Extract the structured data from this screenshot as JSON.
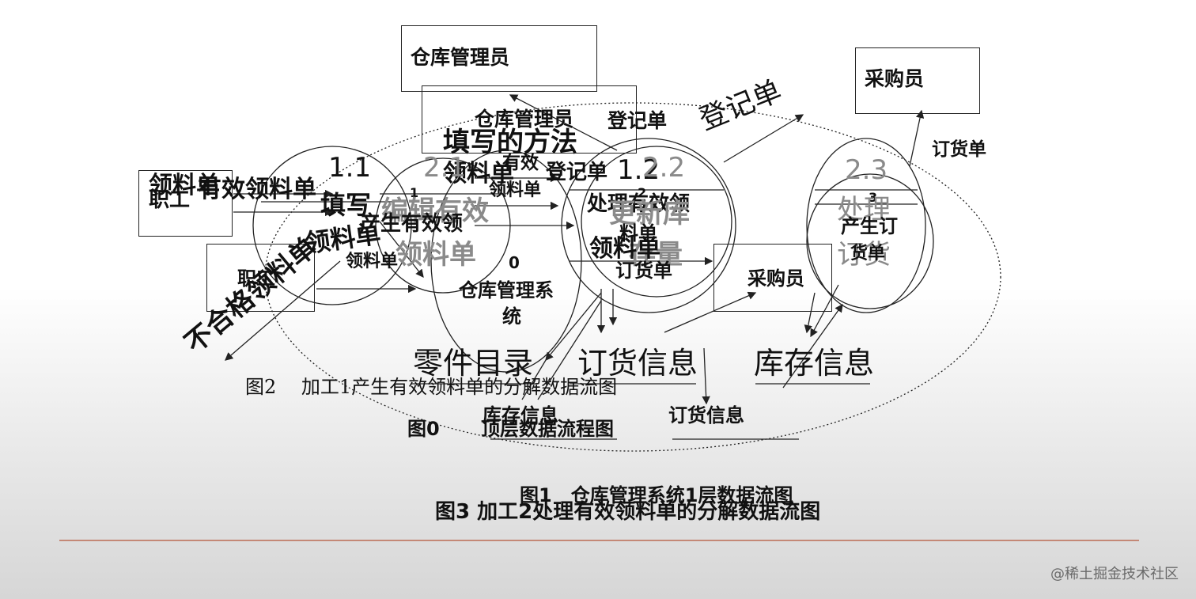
{
  "labels": {
    "top_warehouse_clerk": "仓库管理员",
    "buyer_top": "采购员",
    "order_form_top": "订货单",
    "register_big": "登记单",
    "clerk_inner": "仓库管理员",
    "register_inner": "登记单",
    "fill_method": "填写的方法",
    "valid": "有效",
    "material_list_a": "领料单",
    "register_b": "登记单",
    "material_list_b": "领料单",
    "num_1_1": "1.1",
    "num_2_1": "2.1",
    "num_1_2": "1.2",
    "num_2_2": "2.2",
    "num_2_3": "2.3",
    "num_1": "1",
    "num_2": "2",
    "num_3": "3",
    "num_0": "0",
    "worker_a": "职工",
    "worker_b": "职工",
    "material_list_left": "领料单",
    "valid_material_left": "有效领料单",
    "fill": "填写",
    "edit_valid": "编辑有效",
    "gen_valid": "产生有效领",
    "material_list_c": "领料单",
    "material_list_gray": "领料单",
    "material_list_d": "领料单",
    "unqualified": "不合格领料单",
    "process_valid": "处理有效领",
    "update_stock": "更新库",
    "material_list_e": "料单",
    "stock_a": "存量",
    "material_list_f": "领料单",
    "order_form_mid": "订货单",
    "warehouse_system": "仓库管理系",
    "system_tail": "统",
    "buyer_mid": "采购员",
    "process_gray": "处理",
    "gen_order": "产生订",
    "order_gray": "订货",
    "order_form_right": "货单",
    "parts_catalog": "零件目录",
    "order_info_big": "订货信息",
    "stock_info_big": "库存信息",
    "order_info_small": "订货信息",
    "stock_info_small": "库存信息",
    "top_dataflow": "顶层数据流程图",
    "fig0": "图0",
    "fig2": "图2　 加工1产生有效领料单的分解数据流图",
    "fig1": "图1　仓库管理系统1层数据流图",
    "fig3": "图3 加工2处理有效领料单的分解数据流图",
    "watermark": "@稀土掘金技术社区"
  },
  "colors": {
    "line": "#222222",
    "gray_text": "#8a8a8a",
    "footer_rule": "#b5563a"
  }
}
